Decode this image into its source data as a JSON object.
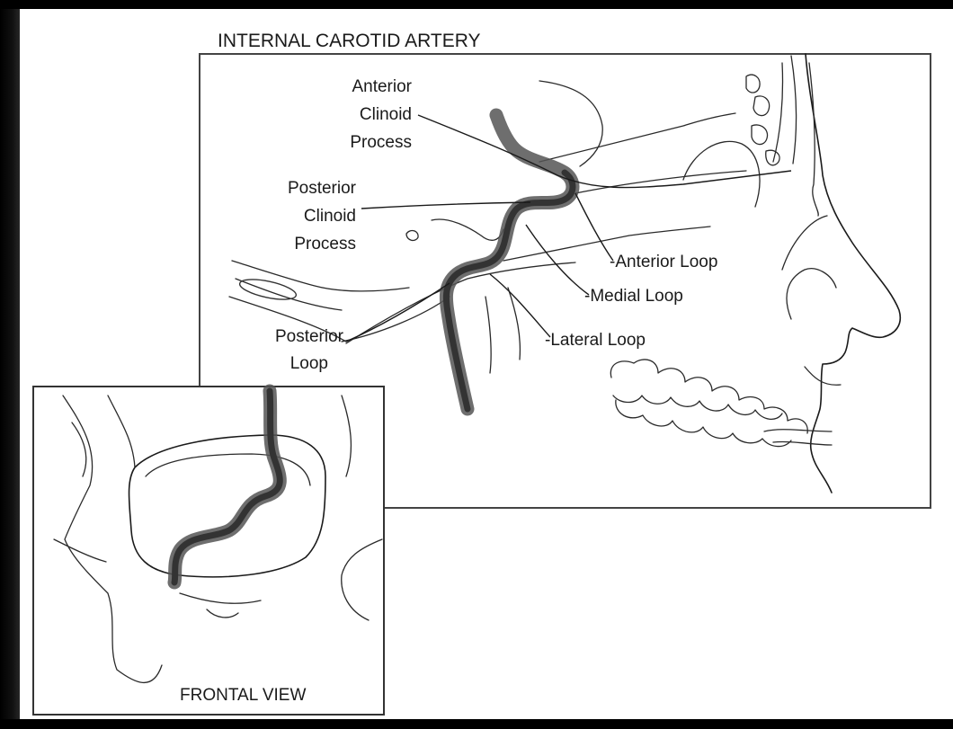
{
  "figure": {
    "title": "INTERNAL CAROTID ARTERY",
    "inset_label": "FRONTAL VIEW"
  },
  "labels": {
    "anterior_clinoid": [
      "Anterior",
      "Clinoid",
      "Process"
    ],
    "posterior_clinoid": [
      "Posterior",
      "Clinoid",
      "Process"
    ],
    "posterior_loop": [
      "Posterior",
      "Loop"
    ],
    "anterior_loop": "-Anterior Loop",
    "medial_loop": "-Medial Loop",
    "lateral_loop": "-Lateral Loop"
  }
}
